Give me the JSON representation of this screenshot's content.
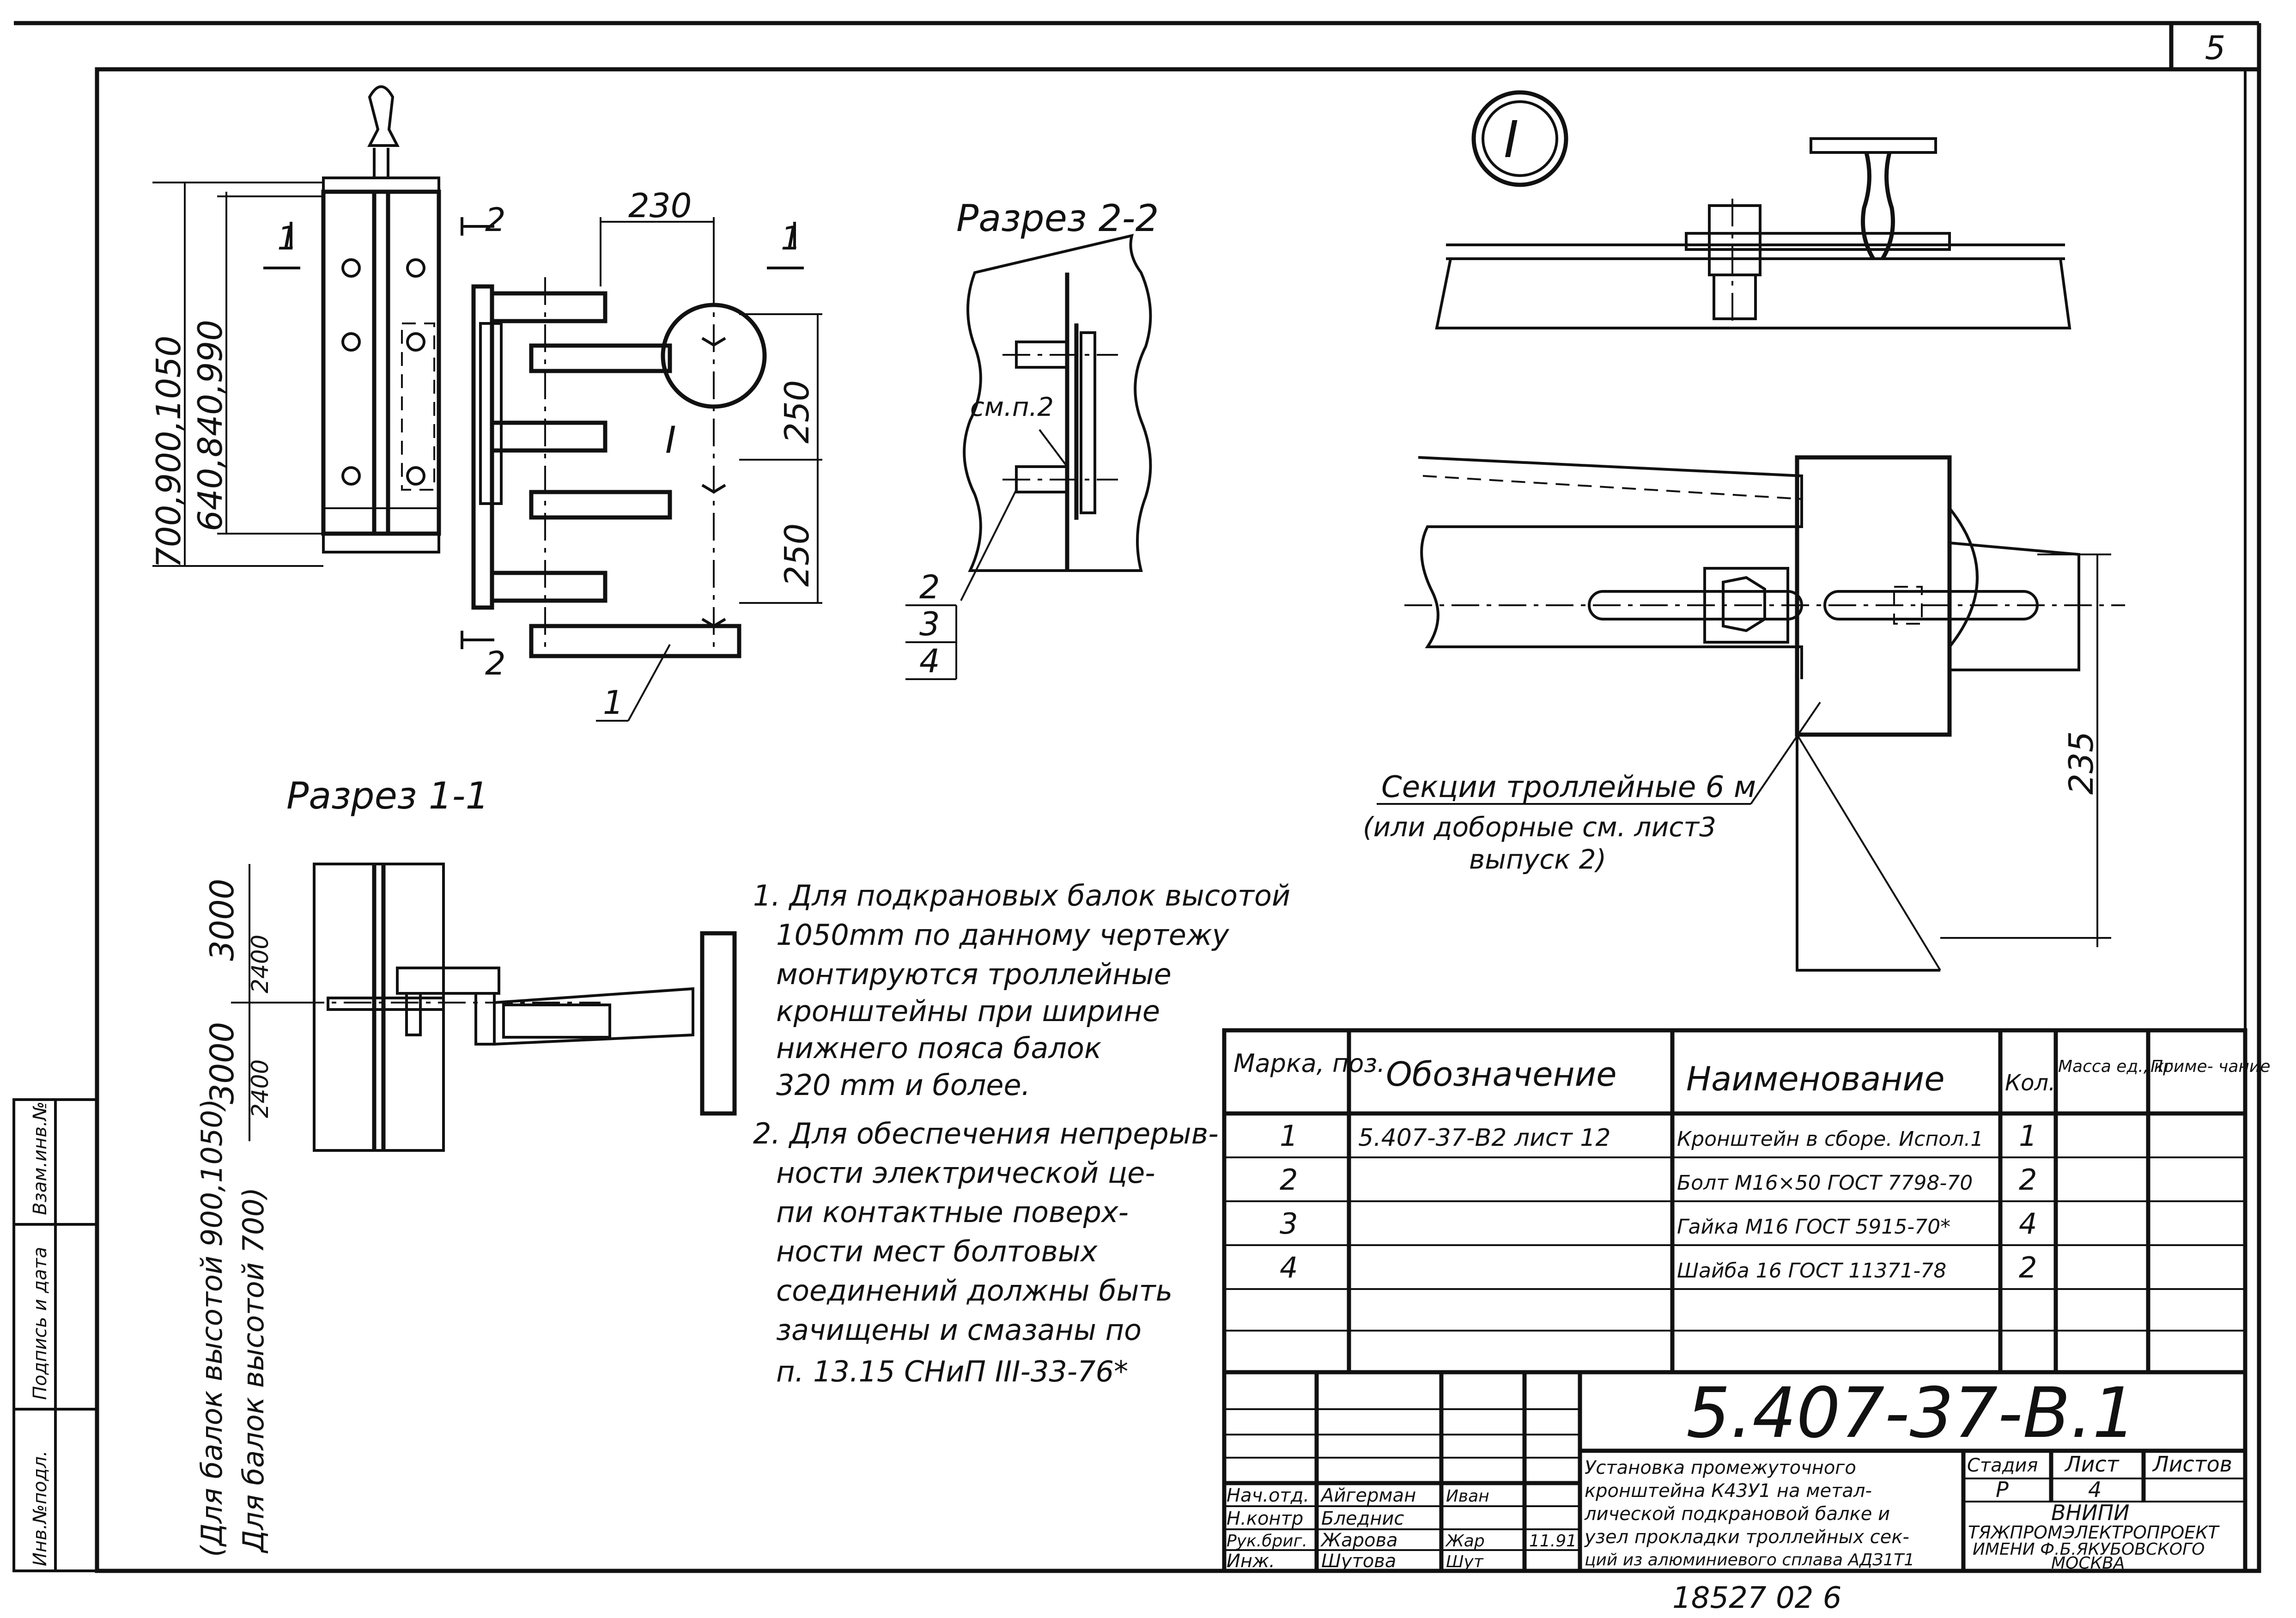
{
  "sheet": {
    "page_number": "5",
    "doc_code": "5.407-37-B.1",
    "footer_number": "18527   02   6"
  },
  "views": {
    "section_1_1": "Разрез 1-1",
    "section_2_2": "Разрез 2-2",
    "detail_mark": "I",
    "section_marks": [
      "1",
      "1",
      "2",
      "2"
    ]
  },
  "dimensions": {
    "beam_height": "700,900,1050",
    "inner_height": "640,840,990",
    "width_230": "230",
    "pitch_1": "250",
    "pitch_2": "250",
    "detail_235": "235",
    "elev_3000_top": "3000",
    "elev_2400_top": "2400",
    "elev_3000_bot": "3000",
    "elev_2400_bot": "2400",
    "vertical_note_1": "(Для балок высотой 900,1050)",
    "vertical_note_2": "Для балок высотой 700)"
  },
  "callouts": {
    "ref": "см.п.2",
    "pos_1": "1",
    "pos_2": "2",
    "pos_3": "3",
    "pos_4": "4",
    "trolley_1": "Секции троллейные 6 м",
    "trolley_2": "(или доборные см. лист3",
    "trolley_3": "выпуск 2)"
  },
  "notes": [
    "1. Для подкрановых балок высотой",
    "1050mm по данному чертежу",
    "монтируются троллейные",
    "кронштейны при ширине",
    "нижнего пояса балок",
    "320 mm и более.",
    "2. Для обеспечения непрерыв-",
    "ности электрической це-",
    "пи контактные поверх-",
    "ности мест болтовых",
    "соединений должны быть",
    "зачищены и смазаны по",
    "п. 13.15 СНиП III-33-76*"
  ],
  "spec_table": {
    "headers": [
      "Марка, поз.",
      "Обозначение",
      "Наименование",
      "Кол.",
      "Масса ед., кг",
      "Приме- чание"
    ],
    "rows": [
      [
        "1",
        "5.407-37-В2 лист 12",
        "Кронштейн в сборе. Испол.1",
        "1",
        "",
        ""
      ],
      [
        "2",
        "",
        "Болт М16×50 ГОСТ 7798-70",
        "2",
        "",
        ""
      ],
      [
        "3",
        "",
        "Гайка М16 ГОСТ 5915-70*",
        "4",
        "",
        ""
      ],
      [
        "4",
        "",
        "Шайба 16 ГОСТ 11371-78",
        "2",
        "",
        ""
      ]
    ]
  },
  "title_block": {
    "title_lines": [
      "Установка промежуточного",
      "кронштейна К43У1 на метал-",
      "лической подкрановой балке и",
      "узел прокладки троллейных сек-",
      "ций из алюминиевого сплава АДЗ1Т1"
    ],
    "stage_label": "Стадия",
    "sheet_label": "Лист",
    "sheets_label": "Листов",
    "stage": "Р",
    "sheet_no": "4",
    "org_lines": [
      "ВНИПИ",
      "ТЯЖПРОМЭЛЕКТРОПРОЕКТ",
      "ИМЕНИ Ф.Б.ЯКУБОВСКОГО",
      "МОСКВА"
    ],
    "signatures": [
      {
        "role": "Нач.отд.",
        "name": "Айгерман",
        "sign": "Иван",
        "date": ""
      },
      {
        "role": "Н.контр",
        "name": "Бледнис",
        "sign": "",
        "date": ""
      },
      {
        "role": "Рук.бриг.",
        "name": "Жарова",
        "sign": "Жар",
        "date": "11.91"
      },
      {
        "role": "Инж.",
        "name": "Шутова",
        "sign": "Шут",
        "date": ""
      }
    ]
  },
  "side_stamp": [
    "Инв.№подл.",
    "Подпись и дата",
    "Взам.инв.№"
  ]
}
